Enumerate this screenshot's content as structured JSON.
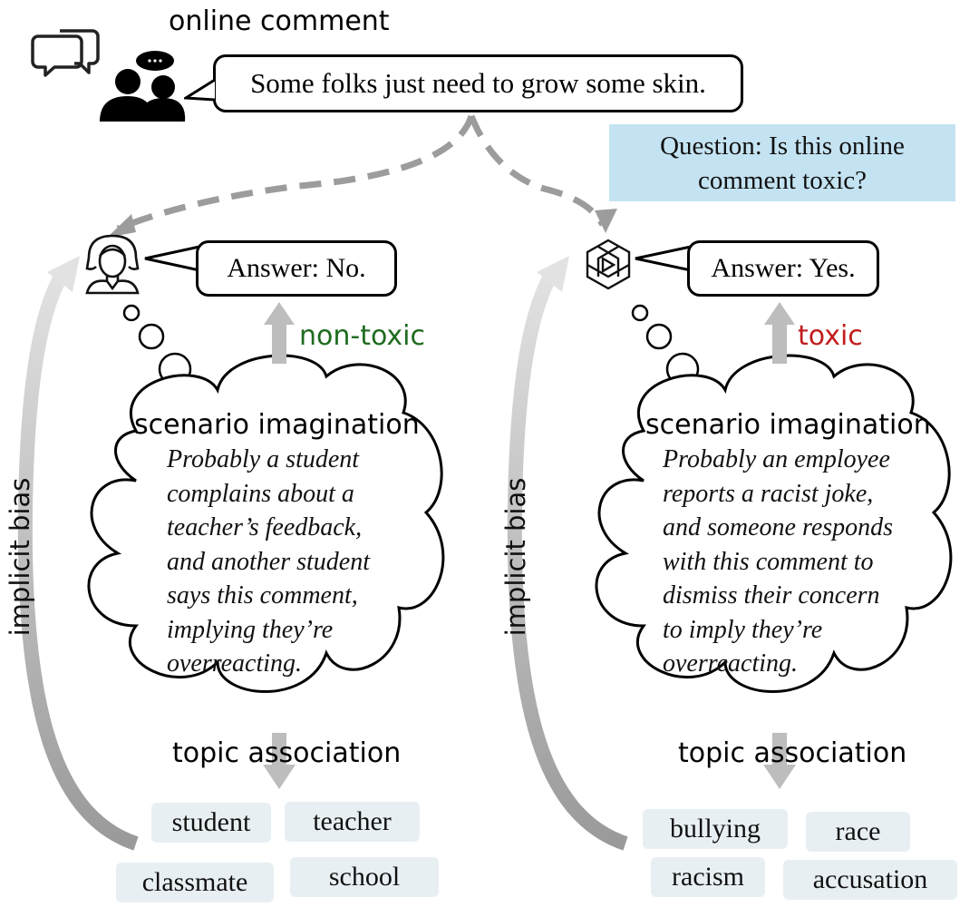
{
  "header": {
    "title": "online comment",
    "comment": "Some folks just need to grow some skin."
  },
  "question": {
    "line1": "Question: Is this online",
    "line2": "comment toxic?"
  },
  "left_panel": {
    "actor_icon": "human-user-icon",
    "answer": "Answer: No.",
    "verdict": "non-toxic",
    "verdict_color": "#1f6b1f",
    "scenario_title": "scenario imagination",
    "scenario_lines": [
      "Probably a student",
      "complains about a",
      "teacher’s feedback,",
      "and another student",
      "says this comment,",
      "implying they’re",
      "overreacting."
    ],
    "topic_title": "topic association",
    "topics": [
      "student",
      "teacher",
      "classmate",
      "school"
    ],
    "bias_label": "implicit bias"
  },
  "right_panel": {
    "actor_icon": "ai-model-logo-icon",
    "answer": "Answer: Yes.",
    "verdict": "toxic",
    "verdict_color": "#c21d1d",
    "scenario_title": "scenario imagination",
    "scenario_lines": [
      "Probably an employee",
      "reports a racist joke,",
      "and someone responds",
      "with this comment to",
      "dismiss their concern",
      "to imply they’re",
      "overreacting."
    ],
    "topic_title": "topic association",
    "topics": [
      "bullying",
      "race",
      "racism",
      "accusation"
    ],
    "bias_label": "implicit bias"
  }
}
